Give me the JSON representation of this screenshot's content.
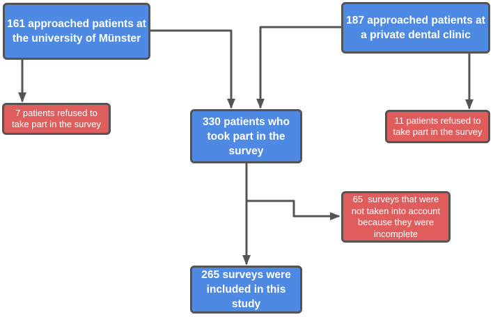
{
  "diagram": {
    "type": "flowchart",
    "background_color": "#ffffff",
    "colors": {
      "node_blue_fill": "#4e89e3",
      "node_red_fill": "#e05d5d",
      "node_border": "#545454",
      "connector": "#545454",
      "node_text": "#ffffff"
    },
    "nodes": {
      "uni": {
        "label": "161 approached patients at\nthe university of Münster",
        "fill": "blue",
        "value": 161
      },
      "clinic": {
        "label": "187 approached patients at\na private dental clinic",
        "fill": "blue",
        "value": 187
      },
      "refused_uni": {
        "label": "7 patients refused to\ntake part in the survey",
        "fill": "red",
        "value": 7
      },
      "took_part": {
        "label": "330 patients who\ntook part in the\nsurvey",
        "fill": "blue",
        "value": 330
      },
      "refused_clinic": {
        "label": "11 patients refused to\ntake part in the survey",
        "fill": "red",
        "value": 11
      },
      "incomplete": {
        "label": "65  surveys that were\nnot taken into account\nbecause they were\nincomplete",
        "fill": "red",
        "value": 65
      },
      "included": {
        "label": "265 surveys were\nincluded in this\nstudy",
        "fill": "blue",
        "value": 265
      }
    },
    "edges": [
      {
        "from": "uni",
        "to": "refused_uni"
      },
      {
        "from": "uni",
        "to": "took_part"
      },
      {
        "from": "clinic",
        "to": "took_part"
      },
      {
        "from": "clinic",
        "to": "refused_clinic"
      },
      {
        "from": "took_part",
        "to": "included"
      },
      {
        "from": "took_part",
        "to": "incomplete"
      }
    ]
  }
}
